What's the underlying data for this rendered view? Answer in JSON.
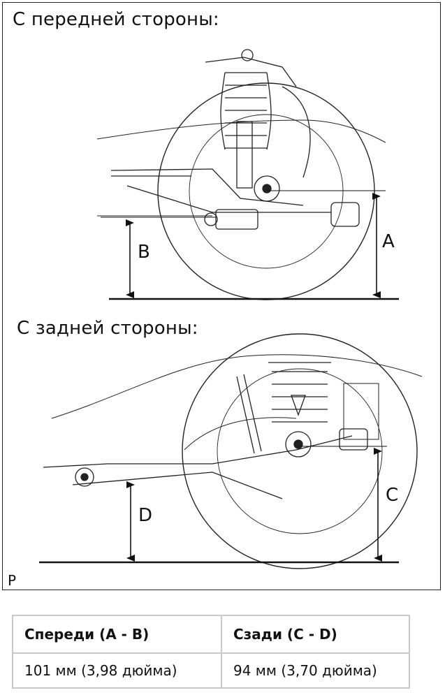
{
  "figure": {
    "front_heading": "С передней стороны:",
    "rear_heading": "С задней стороны:",
    "labels": {
      "a": "A",
      "b": "B",
      "c": "C",
      "d": "D"
    },
    "corner_mark": "P"
  },
  "spec_table": {
    "headers": [
      "Спереди (A - B)",
      "Сзади (C - D)"
    ],
    "rows": [
      [
        "101 мм (3,98 дюйма)",
        "94 мм (3,70 дюйма)"
      ]
    ]
  }
}
